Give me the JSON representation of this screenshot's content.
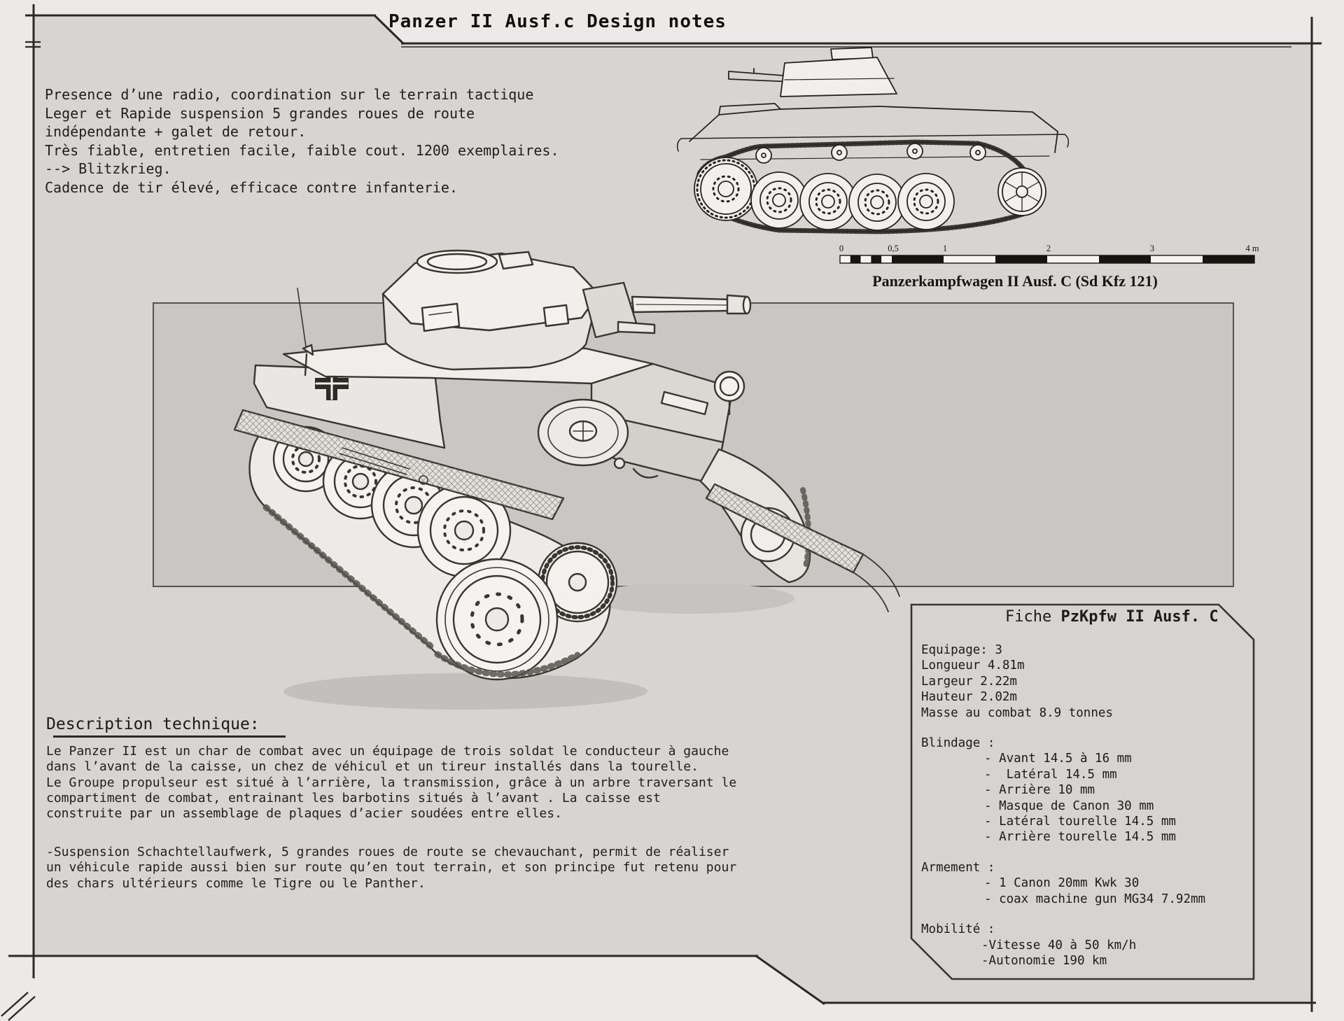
{
  "title": "Panzer II Ausf.c Design notes",
  "notes_top": {
    "lines": [
      "Presence d’une radio, coordination sur le terrain tactique",
      "Leger et Rapide suspension 5 grandes roues de route",
      "indépendante + galet de retour.",
      "Très fiable, entretien facile, faible cout. 1200 exemplaires.",
      "--> Blitzkrieg.",
      "Cadence de tir élevé, efficace contre infanterie."
    ]
  },
  "profile_drawing": {
    "caption": "Panzerkampfwagen II Ausf. C (Sd Kfz 121)",
    "scale_labels": [
      "0",
      "0,5",
      "1",
      "2",
      "3",
      "4 m"
    ]
  },
  "description": {
    "heading": "Description technique:",
    "para1_lines": [
      "Le Panzer II est un char de combat avec un équipage de trois soldat le conducteur à gauche",
      "dans l’avant de la caisse, un chez de véhicul et un tireur installés dans la tourelle.",
      "Le Groupe propulseur est situé à l’arrière, la transmission, grâce à un arbre traversant le",
      "compartiment de combat, entrainant les barbotins situés à l’avant . La caisse est",
      "construite par un assemblage de plaques d’acier soudées entre elles."
    ],
    "para2_lines": [
      "-Suspension Schachtellaufwerk, 5 grandes roues de route se chevauchant, permit de réaliser",
      "un véhicule rapide aussi bien sur route qu’en tout terrain, et son principe fut retenu pour",
      "des chars ultérieurs comme le Tigre ou le Panther."
    ]
  },
  "fiche": {
    "title_prefix": "Fiche ",
    "title_bold": "PzKpfw II Ausf. C",
    "general_lines": [
      "Equipage: 3",
      "Longueur 4.81m",
      "Largeur 2.22m",
      "Hauteur 2.02m",
      "Masse au combat 8.9 tonnes"
    ],
    "blindage_heading": "Blindage :",
    "blindage_items": [
      "- Avant 14.5 à 16 mm",
      "-  Latéral 14.5 mm",
      "- Arrière 10 mm",
      "- Masque de Canon 30 mm",
      "- Latéral tourelle 14.5 mm",
      "- Arrière tourelle 14.5 mm"
    ],
    "armement_heading": "Armement :",
    "armement_items": [
      "- 1 Canon 20mm Kwk 30",
      "- coax machine gun MG34 7.92mm"
    ],
    "mobilite_heading": "Mobilité :",
    "mobilite_items": [
      "-Vitesse 40 à 50 km/h",
      "-Autonomie 190 km"
    ]
  },
  "colors": {
    "page_background": "#eceae8",
    "sheet_interior": "#d7d5d2",
    "stage_background": "#c9c7c4",
    "frame_line": "#2c2925",
    "text": "#201d19"
  }
}
